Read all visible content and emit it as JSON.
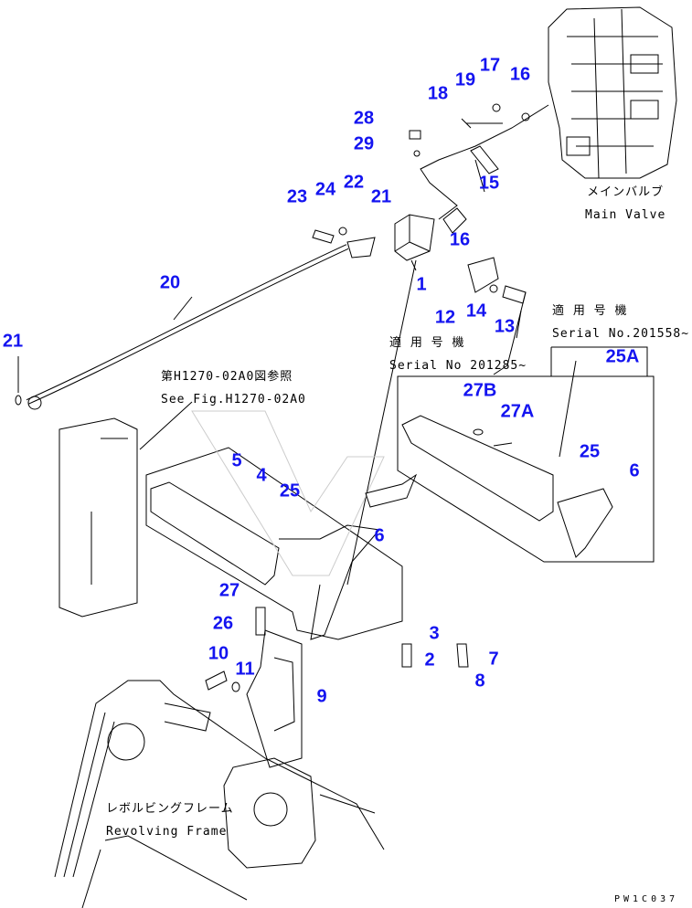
{
  "callouts": [
    "28",
    "29",
    "18",
    "19",
    "17",
    "16",
    "15",
    "23",
    "24",
    "22",
    "21",
    "16",
    "1",
    "20",
    "12",
    "14",
    "13",
    "21",
    "5",
    "4",
    "25",
    "6",
    "27",
    "26",
    "3",
    "2",
    "7",
    "8",
    "10",
    "11",
    "9",
    "27B",
    "27A",
    "25",
    "6",
    "25A"
  ],
  "notes": {
    "main_valve_jp": "メインバルブ",
    "main_valve_en": "Main Valve",
    "serial1_jp": "適 用 号 機",
    "serial1_en": "Serial No 201285~",
    "serial2_jp": "適 用 号 機",
    "serial2_en": "Serial No.201558~",
    "fig_ref_jp": "第H1270-02A0図参照",
    "fig_ref_en": "See Fig.H1270-02A0",
    "frame_jp": "レボルビングフレーム",
    "frame_en": "Revolving Frame",
    "drawing_code": "PW1C037"
  }
}
